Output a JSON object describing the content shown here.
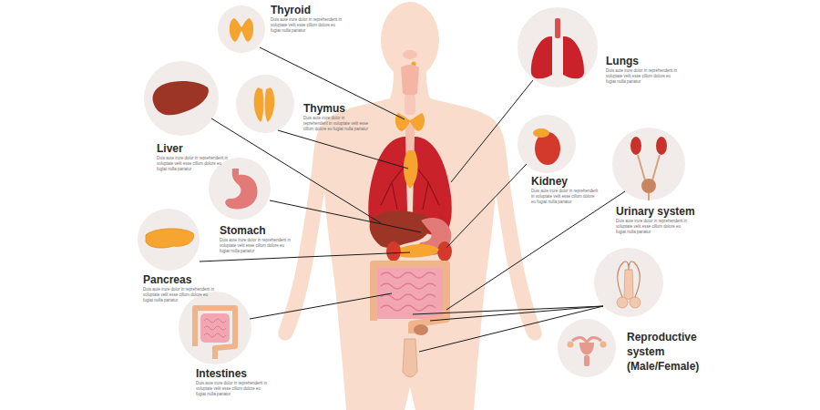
{
  "diagram": {
    "nodes": [
      {
        "text": [
          "Thyroid",
          "Duis aute irure dolor in reprehenderit in voluptate velit esse cillum dolore eu fugiat nulla pariatur"
        ]
      },
      {
        "text": [
          "Lungs",
          "Duis aute irure dolor in reprehenderit in voluptate velit esse cillum dolore eu fugiat nulla pariatur"
        ]
      },
      {
        "text": [
          "Thymus",
          "Duis aute irure dolor in reprehenderit in voluptate velit esse cillum dolore eu fugiat nulla pariatur"
        ]
      },
      {
        "text": [
          "Liver",
          "Duis aute irure dolor in reprehenderit in voluptate velit esse cillum dolore eu fugiat nulla pariatur"
        ]
      },
      {
        "text": [
          "Kidney",
          "Duis aute irure dolor in reprehenderit in voluptate velit esse cillum dolore eu fugiat nulla pariatur"
        ]
      },
      {
        "text": [
          "Urinary system",
          "Duis aute irure dolor in reprehenderit in voluptate velit esse cillum dolore eu fugiat nulla pariatur"
        ]
      },
      {
        "text": [
          "Stomach",
          "Duis aute irure dolor in reprehenderit in voluptate velit esse cillum dolore eu fugiat nulla pariatur"
        ]
      },
      {
        "text": [
          "Pancreas",
          "Duis aute irure dolor in reprehenderit in voluptate velit esse cillum dolore eu fugiat nulla pariatur"
        ]
      },
      {
        "text": [
          "Reproductive system (Male/Female)"
        ]
      },
      {
        "text": [
          "Intestines",
          "Duis aute irure dolor in reprehenderit in voluptate velit esse cillum dolore eu fugiat nulla pariatur"
        ]
      }
    ]
  }
}
